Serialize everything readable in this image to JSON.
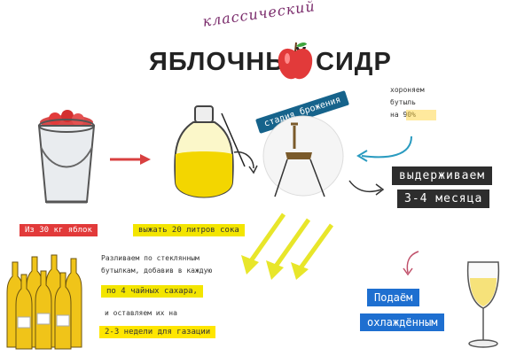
{
  "header": {
    "subtitle": "классический",
    "title_left": "ЯБЛОЧНЫЙ",
    "title_right": "СИДР"
  },
  "steps": {
    "apples_label": "Из 30 кг яблок",
    "juice_label": "выжать 20 литров сока",
    "ferment_ribbon": "стадия брожения",
    "cellar_note": [
      "хороняем",
      "бутыль",
      "на 90%"
    ],
    "aging_line1": "выдерживаем",
    "aging_line2": "3-4 месяца",
    "bottling_note": [
      "Разливаем по стеклянным",
      "бутылкам, добавив в каждую"
    ],
    "sugar_line": "по 4 чайных сахара,",
    "rest_line": "и оставляем их на",
    "weeks_line": "2-3 недели для газации",
    "serve_line1": "Подаём",
    "serve_line2": "охлаждённым"
  },
  "colors": {
    "apple_red": "#e23a3a",
    "juice_yellow": "#f3e500",
    "arrow_yellow": "#e8e62a",
    "arrow_blue": "#2a9bc0",
    "dark_box": "#2d2d2d",
    "serve_blue": "#1e6fd0"
  }
}
